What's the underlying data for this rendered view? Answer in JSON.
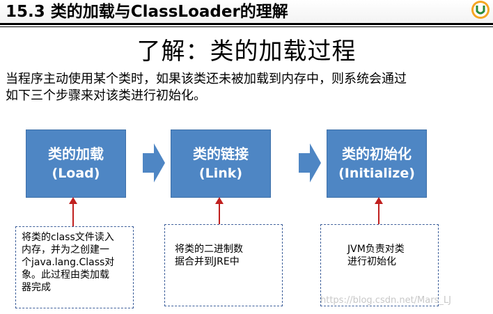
{
  "header": {
    "section_title": "15.3 类的加载与ClassLoader的理解"
  },
  "slide": {
    "title": "了解：类的加载过程",
    "intro_lines": [
      "当程序主动使用某个类时，如果该类还未被加载到内存中，则系统会通过",
      "如下三个步骤来对该类进行初始化。"
    ]
  },
  "steps": [
    {
      "name": "类的加载",
      "english": "(Load)",
      "note_lines": [
        "将类的class文件读入",
        "内存，并为之创建一",
        "个java.lang.Class对",
        "象。此过程由类加载",
        "器完成"
      ]
    },
    {
      "name": "类的链接",
      "english": "(Link)",
      "note_lines": [
        "将类的二进制数",
        "据合并到JRE中"
      ]
    },
    {
      "name": "类的初始化",
      "english": "(Initialize)",
      "note_lines": [
        "JVM负责对类",
        "进行初始化"
      ]
    }
  ],
  "watermark": "https://blog.csdn.net/Mars_LJ",
  "colors": {
    "step_fill": "#4e86c4",
    "connector_arrow": "#4e86c4",
    "up_arrow": "#c0201f",
    "note_border": "#3d5f9a"
  }
}
